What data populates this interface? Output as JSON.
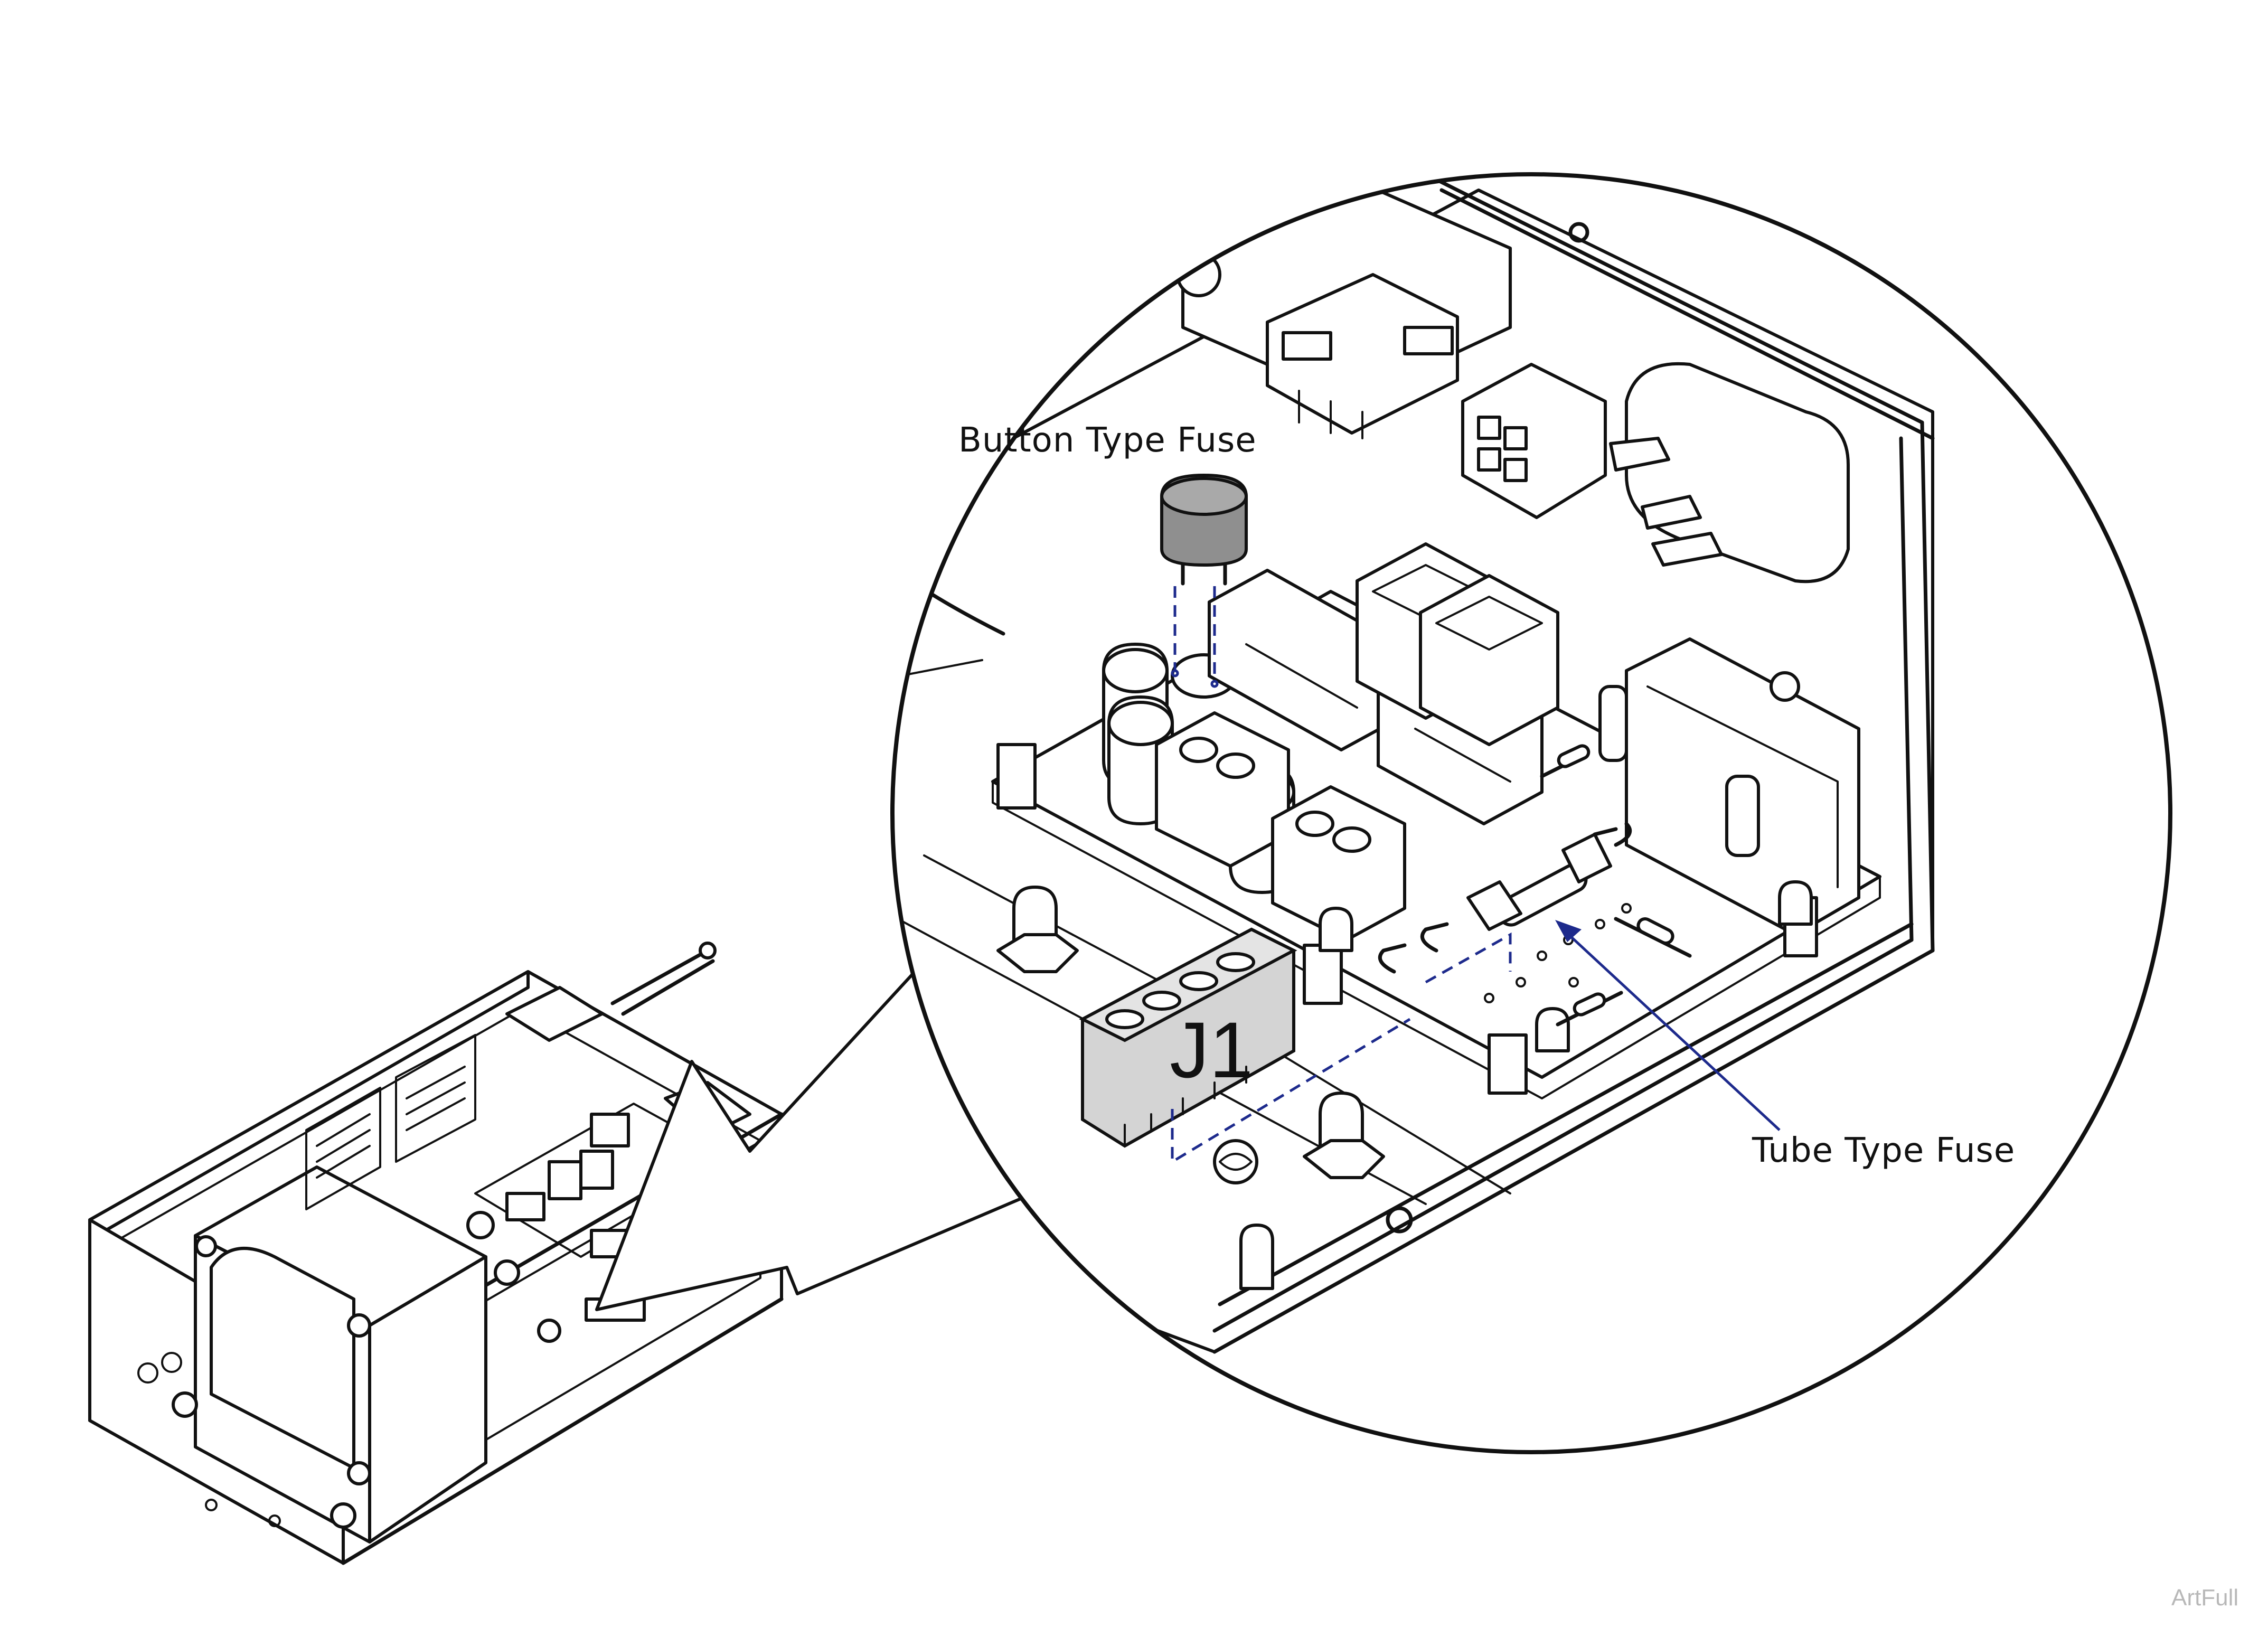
{
  "labels": {
    "button_fuse": "Button Type Fuse",
    "tube_fuse": "Tube Type Fuse",
    "connector": "J1",
    "watermark": "ArtFull"
  },
  "colors": {
    "line": "#111111",
    "leader": "#1d2a8c",
    "fuse_cap": "#8f8f8f",
    "connector_fill": "#d4d4d4",
    "watermark": "#b8b8b8"
  },
  "icons": {
    "pointer": "callout-pointer-shape",
    "fuse_tube": "tube-fuse-icon",
    "fuse_button": "button-fuse-icon"
  }
}
